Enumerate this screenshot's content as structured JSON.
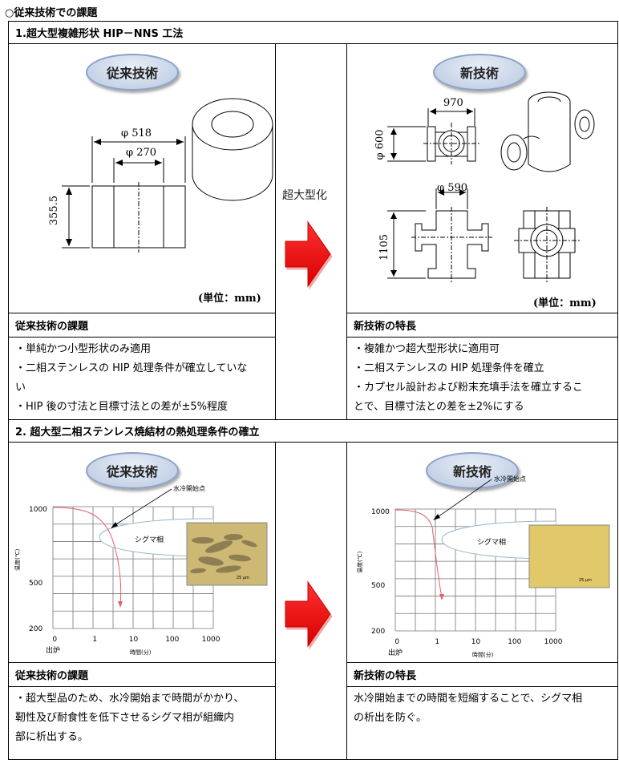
{
  "page_title": "○従来技術での課題",
  "section1": {
    "title": "1.超大型複雑形状 HIP－NNS 工法",
    "old_label": "従来技術",
    "new_label": "新技術",
    "change_label": "超大型化",
    "old_dims": {
      "d_outer": "φ 518",
      "d_inner": "φ 270",
      "height": "355.5"
    },
    "new_dims": {
      "width": "970",
      "d": "φ 600",
      "d2": "φ 590",
      "height": "1105"
    },
    "unit": "(単位：mm)",
    "old_subheader": "従来技術の課題",
    "new_subheader": "新技術の特長",
    "old_items": [
      "・単純かつ小型形状のみ適用",
      "・二相ステンレスの HIP 処理条件が確立していな",
      "い",
      "・HIP 後の寸法と目標寸法との差が±5%程度"
    ],
    "new_items": [
      "・複雑かつ超大型形状に適用可",
      "・二相ステンレスの HIP 処理条件を確立",
      "・カプセル設計および粉末充填手法を確立するこ",
      "とで、目標寸法との差を±2%にする"
    ]
  },
  "section2": {
    "title": "2. 超大型二相ステンレス焼結材の熱処理条件の確立",
    "old_label": "従来技術",
    "new_label": "新技術",
    "old_subheader": "従来技術の課題",
    "new_subheader": "新技術の特長",
    "old_items": [
      "・超大型品のため、水冷開始まで時間がかかり、",
      "靭性及び耐食性を低下させるシグマ相が組織内",
      "部に析出する。"
    ],
    "new_items": [
      "水冷開始までの時間を短縮することで、シグマ相",
      "の析出を防ぐ。"
    ]
  },
  "chart_data": [
    {
      "type": "line",
      "ylabel": "温度(℃)",
      "xlabel": "時間(分)",
      "x_ticks": [
        "0",
        "1",
        "10",
        "100",
        "1000"
      ],
      "x_start_label": "出炉",
      "y_ticks": [
        "1000",
        "500",
        "200"
      ],
      "annotation": "水冷開始点",
      "region_label": "シグマ相",
      "micro_scale": "25 μm",
      "line_color": "#e06070"
    },
    {
      "type": "line",
      "ylabel": "温度(℃)",
      "xlabel": "時間(分)",
      "x_ticks": [
        "0",
        "1",
        "10",
        "100",
        "1000"
      ],
      "x_start_label": "出炉",
      "y_ticks": [
        "1000",
        "500",
        "200"
      ],
      "annotation": "水冷開始点",
      "region_label": "シグマ相",
      "micro_scale": "25 μm",
      "line_color": "#e06070"
    }
  ]
}
